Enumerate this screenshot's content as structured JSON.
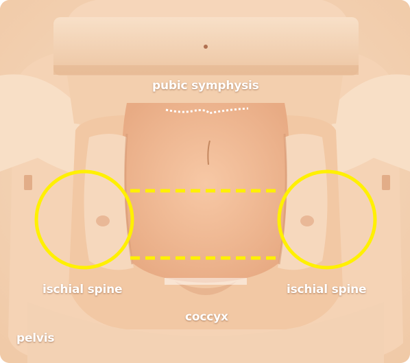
{
  "colors": {
    "background": "#f5d7bc",
    "annotation": "#fff000",
    "label_text": "#ffffff"
  },
  "labels": {
    "pubic_symphysis": "pubic symphysis",
    "ischial_spine_left": "ischial spine",
    "ischial_spine_right": "ischial spine",
    "coccyx": "coccyx",
    "pelvis": "pelvis"
  }
}
